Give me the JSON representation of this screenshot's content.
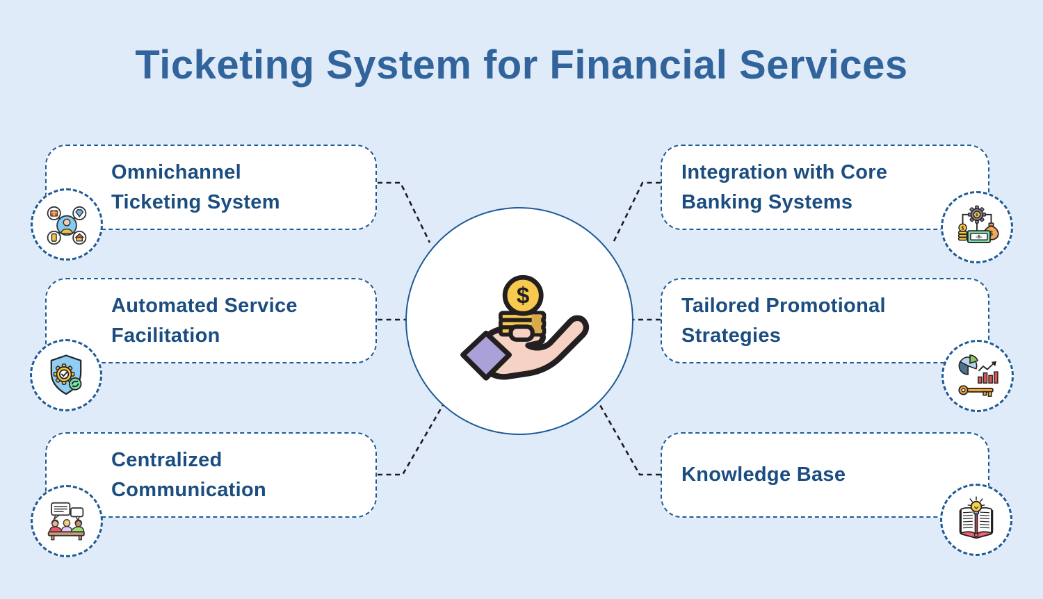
{
  "title": "Ticketing System for Financial Services",
  "colors": {
    "background": "#e0ebfa",
    "card_background": "#ffffff",
    "dashed_border_blue": "#1e5b97",
    "center_circle_border": "#1d5a96",
    "title_text": "#32649c",
    "label_text": "#1b4d80",
    "connector_line": "#1c1c1c",
    "coin_gold": "#f7c94f",
    "hand_skin": "#f6d2c4",
    "sleeve_purple": "#aba1d9"
  },
  "center": {
    "icon": "hand-holding-money-icon"
  },
  "glyphs": {
    "dollar": "$",
    "banknote": "-$-"
  },
  "left_items": [
    {
      "label": "Omnichannel Ticketing System",
      "icon": "omnichannel-network-icon"
    },
    {
      "label": "Automated Service Facilitation",
      "icon": "automated-service-shield-icon"
    },
    {
      "label": "Centralized Communication",
      "icon": "team-communication-icon"
    }
  ],
  "right_items": [
    {
      "label": "Integration with Core Banking Systems",
      "icon": "core-banking-integration-icon"
    },
    {
      "label": "Tailored Promotional Strategies",
      "icon": "promo-analytics-key-icon"
    },
    {
      "label": "Knowledge Base",
      "icon": "knowledge-base-book-icon"
    }
  ]
}
